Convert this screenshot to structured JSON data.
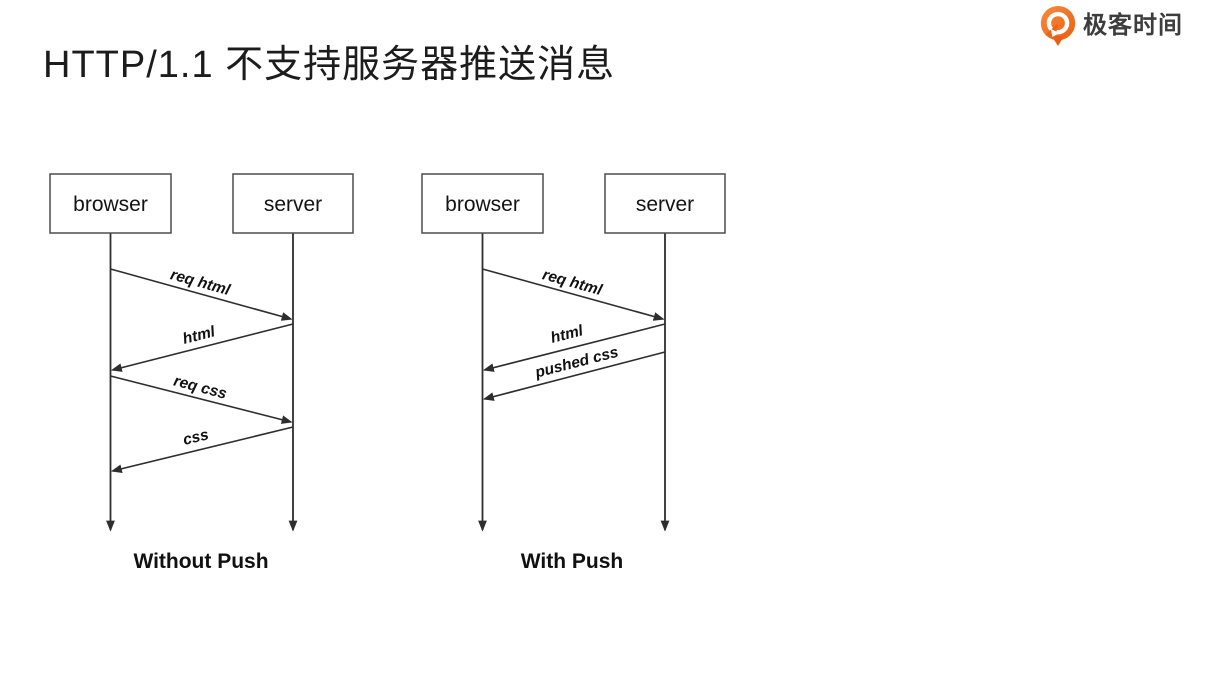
{
  "header": {
    "title": "HTTP/1.1 不支持服务器推送消息",
    "logo": {
      "text": "极客时间",
      "icon": "geektime-pin-icon",
      "accent_color": "#ED6A1C",
      "accent_color_light": "#F98B3D",
      "text_color": "#3d3d3d"
    }
  },
  "diagram": {
    "line_color": "#2e2e2e",
    "box_border_color": "#4d4d4d",
    "label_color": "#111111",
    "panels": [
      {
        "id": "without-push",
        "caption": "Without Push",
        "actors": [
          {
            "label": "browser"
          },
          {
            "label": "server"
          }
        ],
        "messages": [
          {
            "label": "req html",
            "from": "browser",
            "to": "server"
          },
          {
            "label": "html",
            "from": "server",
            "to": "browser"
          },
          {
            "label": "req css",
            "from": "browser",
            "to": "server"
          },
          {
            "label": "css",
            "from": "server",
            "to": "browser"
          }
        ]
      },
      {
        "id": "with-push",
        "caption": "With Push",
        "actors": [
          {
            "label": "browser"
          },
          {
            "label": "server"
          }
        ],
        "messages": [
          {
            "label": "req html",
            "from": "browser",
            "to": "server"
          },
          {
            "label": "html",
            "from": "server",
            "to": "browser"
          },
          {
            "label": "pushed css",
            "from": "server",
            "to": "browser"
          }
        ]
      }
    ]
  }
}
